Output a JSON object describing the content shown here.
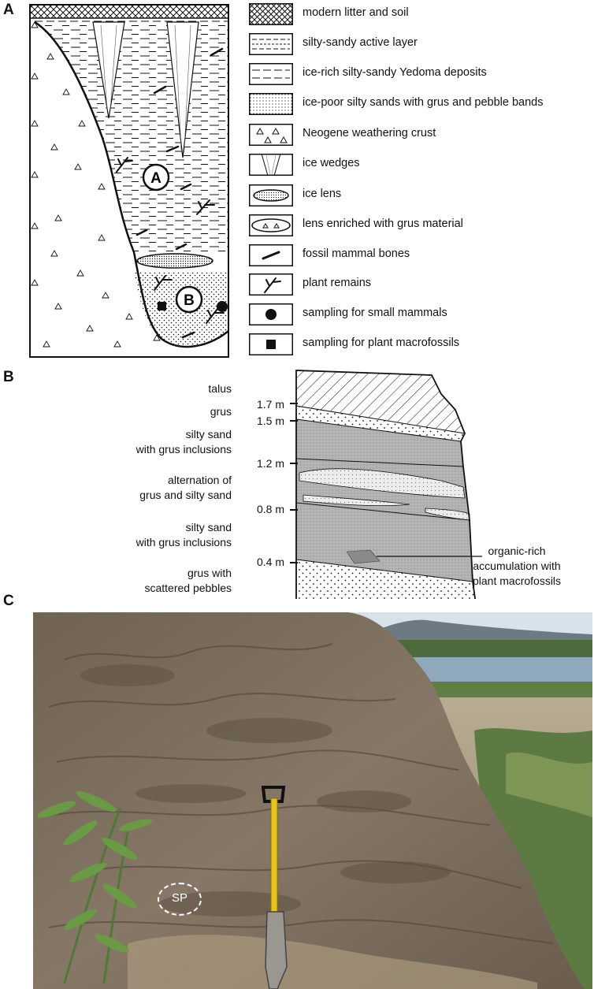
{
  "panels": {
    "a": {
      "letter": "A",
      "unit_a": "A",
      "unit_b": "B",
      "legend": [
        {
          "id": "modern-litter",
          "label": "modern litter and soil"
        },
        {
          "id": "active-layer",
          "label": "silty-sandy active layer"
        },
        {
          "id": "yedoma",
          "label": "ice-rich silty-sandy Yedoma deposits"
        },
        {
          "id": "ice-poor-sands",
          "label": "ice-poor silty sands with grus and pebble bands"
        },
        {
          "id": "weathering-crust",
          "label": "Neogene weathering crust"
        },
        {
          "id": "ice-wedges",
          "label": "ice wedges"
        },
        {
          "id": "ice-lens",
          "label": "ice lens"
        },
        {
          "id": "grus-lens",
          "label": "lens enriched with grus material"
        },
        {
          "id": "mammal-bones",
          "label": "fossil mammal bones"
        },
        {
          "id": "plant-remains",
          "label": "plant remains"
        },
        {
          "id": "small-mammal-sampling",
          "label": "sampling for small mammals"
        },
        {
          "id": "plant-macro-sampling",
          "label": "sampling for plant macrofossils"
        }
      ]
    },
    "b": {
      "letter": "B",
      "layers": [
        {
          "label": "talus"
        },
        {
          "label": "grus"
        },
        {
          "label": "silty sand\nwith grus inclusions"
        },
        {
          "label": "alternation of\ngrus and silty sand"
        },
        {
          "label": "silty sand\nwith grus inclusions"
        },
        {
          "label": "grus with\nscattered pebbles"
        }
      ],
      "depths": [
        "1.7 m",
        "1.5 m",
        "1.2 m",
        "0.8 m",
        "0.4 m"
      ],
      "annotation": "organic-rich\naccumulation with\nplant macrofossils"
    },
    "c": {
      "letter": "C",
      "sample_label": "SP"
    }
  },
  "colors": {
    "line": "#111111",
    "silty_sand": "#b4b4b4",
    "grus": "#ececec",
    "organic": "#8a8a8a",
    "rock": "#7a6c5c",
    "sky": "#dfe8ef",
    "river": "#8fa8bc",
    "shovel_handle": "#e6c21a"
  }
}
